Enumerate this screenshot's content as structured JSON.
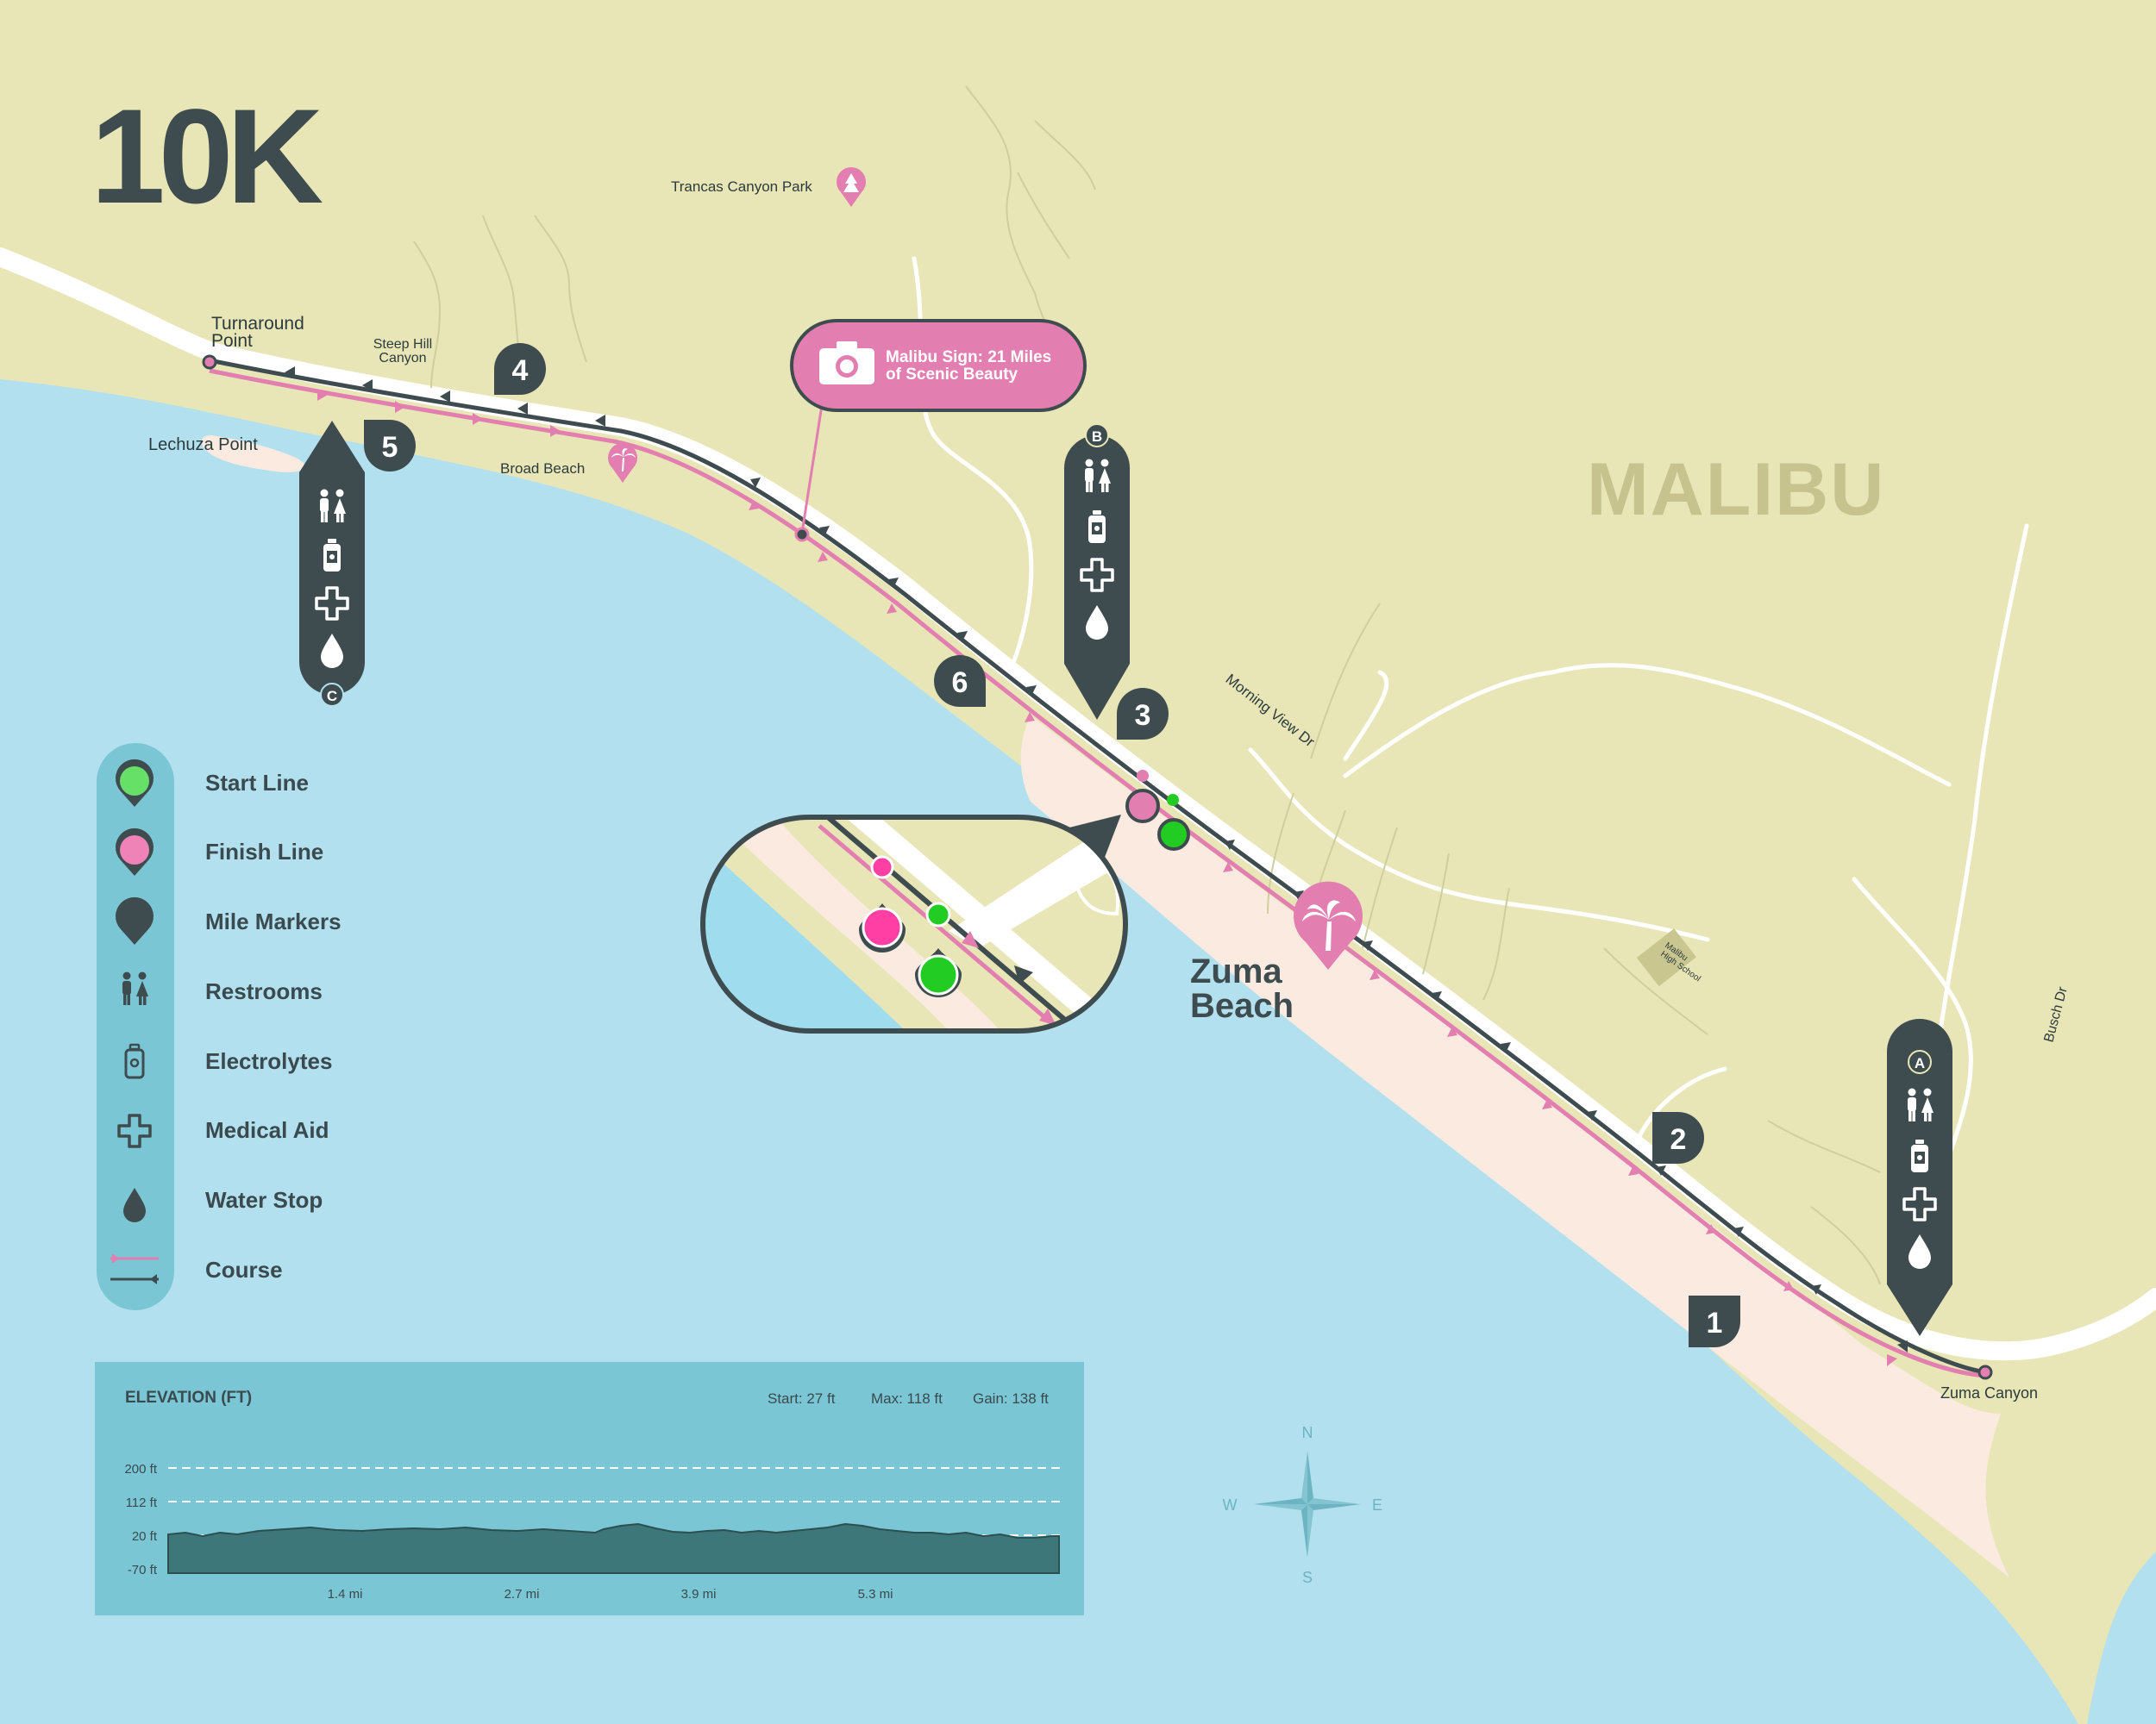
{
  "title": "10K",
  "region_label": "MALIBU",
  "beach_label_line1": "Zuma",
  "beach_label_line2": "Beach",
  "places": {
    "turnaround_line1": "Turnaround",
    "turnaround_line2": "Point",
    "steep_hill_line1": "Steep Hill",
    "steep_hill_line2": "Canyon",
    "lechuza": "Lechuza Point",
    "broad_beach": "Broad Beach",
    "trancas": "Trancas Canyon Park",
    "morning_view": "Morning View Dr",
    "busch": "Busch Dr",
    "malibu_hs_line1": "Malibu",
    "malibu_hs_line2": "High School",
    "zuma_canyon": "Zuma Canyon"
  },
  "callout": {
    "line1": "Malibu Sign: 21 Miles",
    "line2": "of Scenic Beauty",
    "icon": "camera-icon"
  },
  "mile_markers": [
    "1",
    "2",
    "3",
    "4",
    "5",
    "6"
  ],
  "aid_stations": [
    {
      "letter": "A",
      "icons": [
        "restrooms-icon",
        "electrolytes-icon",
        "medical-icon",
        "water-icon"
      ]
    },
    {
      "letter": "B",
      "icons": [
        "restrooms-icon",
        "electrolytes-icon",
        "medical-icon",
        "water-icon"
      ]
    },
    {
      "letter": "C",
      "icons": [
        "restrooms-icon",
        "electrolytes-icon",
        "medical-icon",
        "water-icon"
      ]
    }
  ],
  "legend": [
    {
      "label": "Start Line",
      "icon": "start-line-icon"
    },
    {
      "label": "Finish Line",
      "icon": "finish-line-icon"
    },
    {
      "label": "Mile Markers",
      "icon": "mile-marker-icon"
    },
    {
      "label": "Restrooms",
      "icon": "restrooms-icon"
    },
    {
      "label": "Electrolytes",
      "icon": "electrolytes-icon"
    },
    {
      "label": "Medical Aid",
      "icon": "medical-icon"
    },
    {
      "label": "Water Stop",
      "icon": "water-icon"
    },
    {
      "label": "Course",
      "icon": "course-icon"
    }
  ],
  "elevation": {
    "title": "ELEVATION (FT)",
    "start": "Start: 27 ft",
    "max": "Max: 118 ft",
    "gain": "Gain: 138 ft",
    "y_ticks": [
      "200 ft",
      "112 ft",
      "20 ft",
      "-70 ft"
    ],
    "x_ticks": [
      "1.4 mi",
      "2.7 mi",
      "3.9 mi",
      "5.3 mi"
    ]
  },
  "compass": {
    "n": "N",
    "s": "S",
    "e": "E",
    "w": "W"
  },
  "colors": {
    "water": "#b2e0ef",
    "land": "#e8e6b6",
    "sand": "#faeadf",
    "road": "#ffffff",
    "dark": "#3f4c4f",
    "pink": "#e37fb0",
    "green": "#22cc22",
    "legend_panel": "#7ac6d4",
    "region_text": "#c7c38e"
  }
}
